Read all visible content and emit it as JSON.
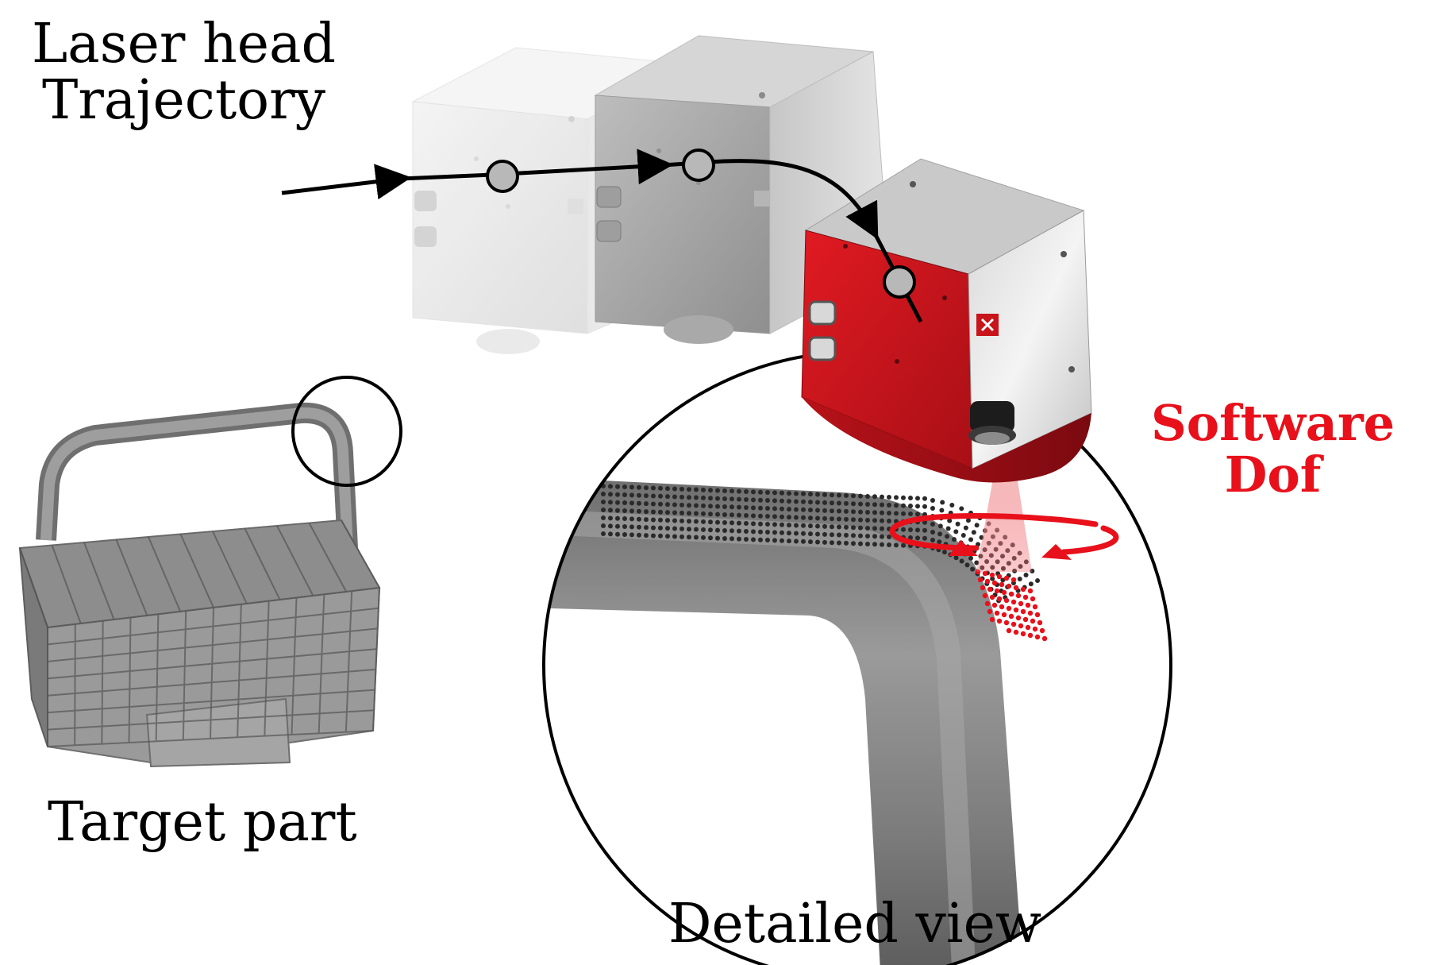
{
  "labels": {
    "laser_head_line1": "Laser head",
    "laser_head_line2": "Trajectory",
    "target_part": "Target part",
    "detailed_view": "Detailed view",
    "software_line1": "Software",
    "software_line2": "Dof"
  },
  "colors": {
    "accent_red": "#e8101a",
    "laser_red": "#c8141b",
    "part_gray": "#8e8e8e",
    "line_black": "#000000"
  },
  "icons": {
    "trajectory_arrow": "arrow-icon",
    "waypoint": "circle-node-icon",
    "rotation": "rotation-arrows-icon"
  }
}
